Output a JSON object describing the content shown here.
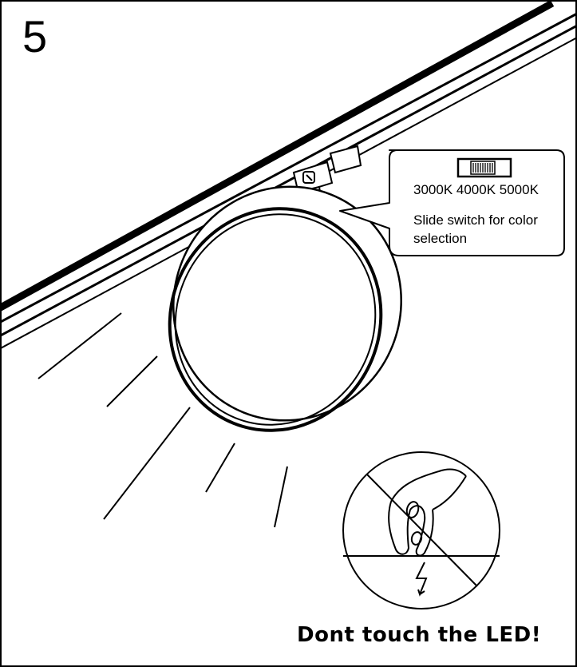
{
  "step": {
    "number": "5"
  },
  "callout": {
    "color_temps": "3000K 4000K 5000K",
    "caption": "Slide switch for color selection"
  },
  "warning": {
    "text": "Dont touch the LED!"
  },
  "icons": {
    "switch": "slide-switch-icon",
    "prohibition": "prohibition-icon",
    "hand": "hand-icon",
    "shock": "electric-shock-icon"
  },
  "colors": {
    "ink": "#000000",
    "paper": "#ffffff"
  }
}
